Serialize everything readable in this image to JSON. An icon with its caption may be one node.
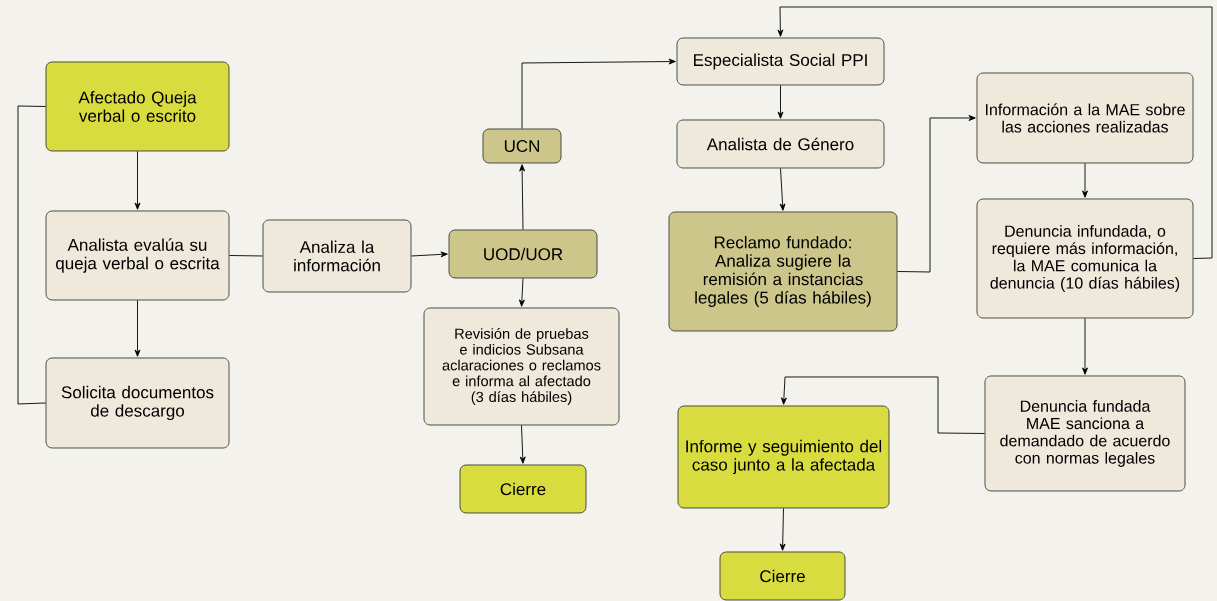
{
  "diagram": {
    "nodes": [
      {
        "text": [
          "Afectado Queja verbal o escrito"
        ]
      },
      {
        "text": [
          "Analista evalúa su queja verbal o escrita"
        ]
      },
      {
        "text": [
          "Solicita documentos de descargo"
        ]
      },
      {
        "text": [
          "Analiza la información"
        ]
      },
      {
        "text": [
          "UCN"
        ]
      },
      {
        "text": [
          "UOD/UOR"
        ]
      },
      {
        "text": [
          "Revisión de pruebas e indicios Subsana aclaraciones o reclamos e informa al afectado (3 días hábiles)"
        ]
      },
      {
        "text": [
          "Cierre"
        ]
      },
      {
        "text": [
          "Especialista Social PPI"
        ]
      },
      {
        "text": [
          "Analista de Género"
        ]
      },
      {
        "text": [
          "Reclamo fundado: Analiza sugiere la remisión a instancias legales (5 días hábiles)"
        ]
      },
      {
        "text": [
          "Información a la MAE sobre las acciones realizadas"
        ]
      },
      {
        "text": [
          "Denuncia infundada, o requiere más información, la MAE comunica la denuncia (10 días hábiles)"
        ]
      },
      {
        "text": [
          "Denuncia fundada MAE sanciona a demandado de acuerdo con normas legales"
        ]
      },
      {
        "text": [
          "Informe y seguimiento del caso junto a la afectada"
        ]
      },
      {
        "text": [
          "Cierre"
        ]
      }
    ],
    "edges": [
      {
        "from": 0,
        "to": 1,
        "arrow": "to"
      },
      {
        "from": 1,
        "to": 2,
        "arrow": "to"
      },
      {
        "from": 0,
        "to": 2,
        "arrow": "none"
      },
      {
        "from": 1,
        "to": 3,
        "arrow": "none"
      },
      {
        "from": 3,
        "to": 5,
        "arrow": "to"
      },
      {
        "from": 5,
        "to": 4,
        "arrow": "to"
      },
      {
        "from": 4,
        "to": 8,
        "arrow": "to"
      },
      {
        "from": 5,
        "to": 6,
        "arrow": "to"
      },
      {
        "from": 6,
        "to": 7,
        "arrow": "to"
      },
      {
        "from": 8,
        "to": 9,
        "arrow": "to"
      },
      {
        "from": 9,
        "to": 10,
        "arrow": "to"
      },
      {
        "from": 10,
        "to": 11,
        "arrow": "to"
      },
      {
        "from": 11,
        "to": 12,
        "arrow": "to"
      },
      {
        "from": 12,
        "to": 8,
        "arrow": "to"
      },
      {
        "from": 12,
        "to": 13,
        "arrow": "to"
      },
      {
        "from": 13,
        "to": 14,
        "arrow": "to"
      },
      {
        "from": 14,
        "to": 15,
        "arrow": "to"
      }
    ]
  }
}
